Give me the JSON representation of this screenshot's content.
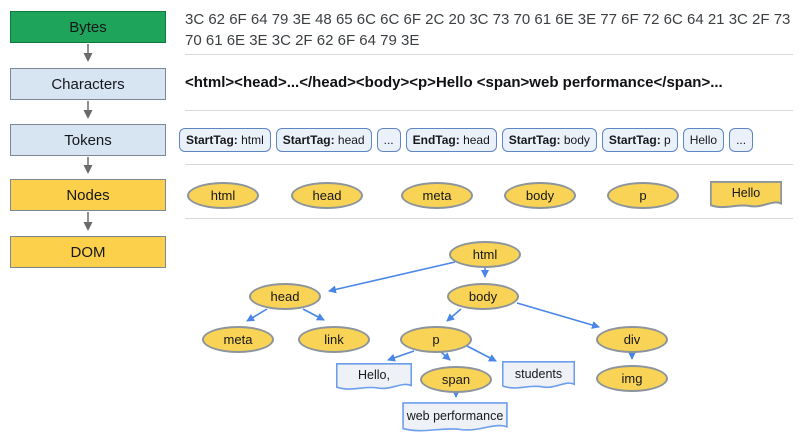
{
  "colors": {
    "stage_green": "#1fa45b",
    "stage_blue": "#d7e4f2",
    "stage_yellow": "#fcd04b",
    "node_yellow": "#f8d355",
    "chip_border": "#5e86c4",
    "tree_arrow_blue": "#4a86e8",
    "pipeline_arrow_gray": "#6a6a6a",
    "text_note_border": "#6d9eeb"
  },
  "sidebar": {
    "stages": [
      {
        "label": "Bytes"
      },
      {
        "label": "Characters"
      },
      {
        "label": "Tokens"
      },
      {
        "label": "Nodes"
      },
      {
        "label": "DOM"
      }
    ]
  },
  "bytes_row": {
    "hex_text": "3C 62 6F 64 79 3E 48 65 6C 6C 6F 2C 20 3C 73 70 61 6E 3E 77 6F 72 6C 64 21 3C 2F 73 70 61 6E 3E 3C 2F 62 6F 64 79 3E"
  },
  "characters_row": {
    "markup_text": "<html><head>...</head><body><p>Hello <span>web performance</span>..."
  },
  "tokens_row": {
    "chips": [
      {
        "bold": "StartTag:",
        "text": " html"
      },
      {
        "bold": "StartTag:",
        "text": " head"
      },
      {
        "bold": "",
        "text": "..."
      },
      {
        "bold": "EndTag:",
        "text": " head"
      },
      {
        "bold": "StartTag:",
        "text": " body"
      },
      {
        "bold": "StartTag:",
        "text": " p"
      },
      {
        "bold": "",
        "text": "Hello"
      },
      {
        "bold": "",
        "text": "..."
      }
    ]
  },
  "nodes_row": {
    "elements": [
      "html",
      "head",
      "meta",
      "body",
      "p"
    ],
    "text_node": "Hello"
  },
  "dom_tree": {
    "elements": {
      "html": "html",
      "head": "head",
      "body": "body",
      "meta": "meta",
      "link": "link",
      "p": "p",
      "div": "div",
      "span": "span",
      "img": "img"
    },
    "text_nodes": {
      "hello": "Hello,",
      "students": "students",
      "web_performance": "web performance"
    }
  }
}
